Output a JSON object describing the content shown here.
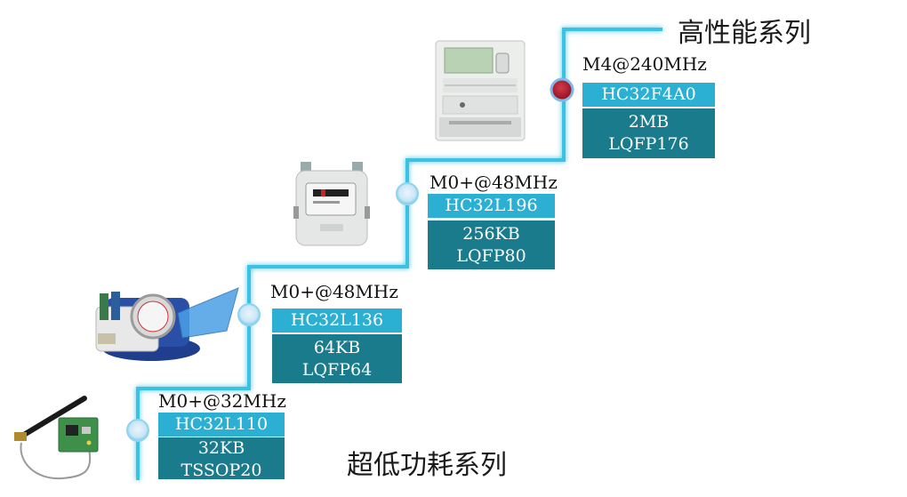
{
  "series": {
    "high_performance_label": "高性能系列",
    "low_power_label": "超低功耗系列"
  },
  "products": [
    {
      "core": "M0+@32MHz",
      "part": "HC32L110",
      "memory": "32KB",
      "package": "TSSOP20",
      "device_icon": "wireless-module-icon"
    },
    {
      "core": "M0+@48MHz",
      "part": "HC32L136",
      "memory": "64KB",
      "package": "LQFP64",
      "device_icon": "water-meter-icon"
    },
    {
      "core": "M0+@48MHz",
      "part": "HC32L196",
      "memory": "256KB",
      "package": "LQFP80",
      "device_icon": "gas-meter-icon"
    },
    {
      "core": "M4@240MHz",
      "part": "HC32F4A0",
      "memory": "2MB",
      "package": "LQFP176",
      "device_icon": "electricity-meter-icon"
    }
  ],
  "colors": {
    "path_line": "#3bc1e2",
    "low_power_node": "#cfe8f6",
    "high_perf_node": "#b0182a",
    "part_box": "#2bb0d3",
    "detail_box": "#1a7b8c"
  }
}
